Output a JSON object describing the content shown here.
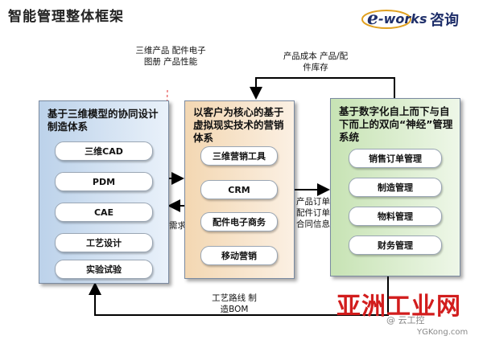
{
  "header": {
    "title": "智能管理整体框架",
    "brand_prefix": "e",
    "brand_word": "-works",
    "brand_suffix": "咨询"
  },
  "panels": {
    "left": {
      "title": "基于三维模型的协同设计制造体系",
      "items": [
        "三维CAD",
        "PDM",
        "CAE",
        "工艺设计",
        "实验试验"
      ]
    },
    "middle": {
      "title": "以客户为核心的基于虚拟现实技术的营销体系",
      "items": [
        "三维营销工具",
        "CRM",
        "配件电子商务",
        "移动营销"
      ]
    },
    "right": {
      "title": "基于数字化自上而下与自下而上的双向“神经”管理系统",
      "items": [
        "销售订单管理",
        "制造管理",
        "物料管理",
        "财务管理"
      ]
    }
  },
  "flows": {
    "left_to_middle": "三维产品 配件电子图册 产品性能",
    "middle_to_left": "客户需求",
    "middle_to_right": "产品订单 配件订单 合同信息",
    "right_to_middle": "产品成本 产品/配件库存",
    "right_to_left": "工艺路线 制造BOM"
  },
  "watermark": {
    "name": "亚洲工业网",
    "handle": "@ 云工控",
    "url": "YGKong.com"
  },
  "colors": {
    "left_panel": "#bcd2ea",
    "middle_panel": "#f3d7b2",
    "right_panel": "#c7e3b4",
    "watermark": "#d21d1d",
    "dashed_line": "#e03030"
  }
}
